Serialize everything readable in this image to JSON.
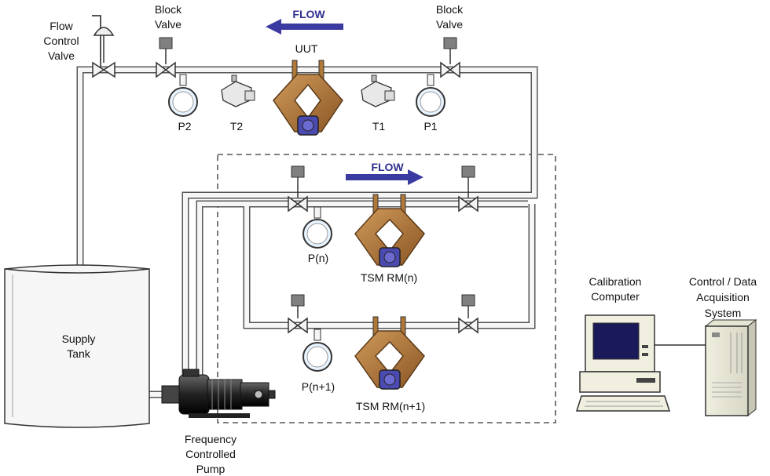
{
  "labels": {
    "flow_control_valve": [
      "Flow",
      "Control",
      "Valve"
    ],
    "block_valve_left": [
      "Block",
      "Valve"
    ],
    "block_valve_right": [
      "Block",
      "Valve"
    ],
    "uut": "UUT",
    "p2": "P2",
    "t2": "T2",
    "t1": "T1",
    "p1": "P1",
    "pn": "P(n)",
    "tsm_n": "TSM RM(n)",
    "pn1": "P(n+1)",
    "tsm_n1": "TSM RM(n+1)",
    "supply_tank": [
      "Supply",
      "Tank"
    ],
    "pump": [
      "Frequency",
      "Controlled",
      "Pump"
    ],
    "calibration_computer": [
      "Calibration",
      "Computer"
    ],
    "control_system": [
      "Control / Data",
      "Acquisition",
      "System"
    ]
  },
  "flow_arrows": {
    "top": "FLOW",
    "middle": "FLOW"
  },
  "colors": {
    "pipe": "#f4f4f4",
    "pipe_outline": "#555555",
    "meter_body": "#b07838",
    "meter_sensor": "#4a4ab0",
    "gauge_face": "#e8f4ff",
    "flow_arrow": "#3a3aa0",
    "valve_actuator": "#808080",
    "pump": "#2a2a2a"
  }
}
